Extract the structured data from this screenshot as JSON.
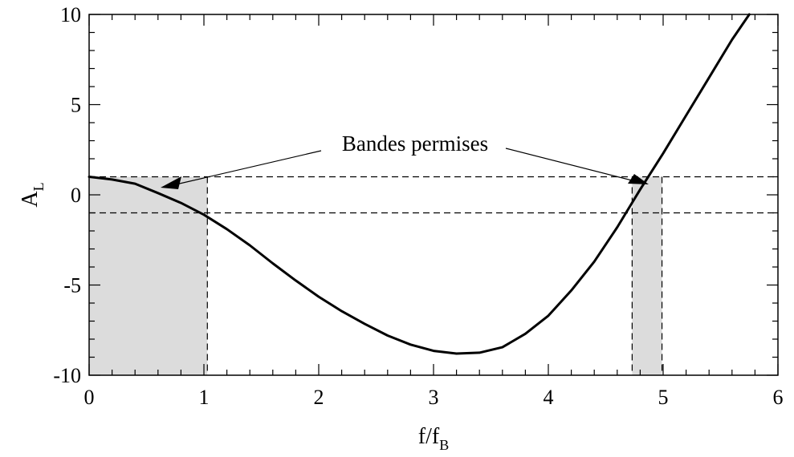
{
  "chart_data": {
    "type": "line",
    "title": "",
    "xlabel": {
      "main": "f/f",
      "sub": "B"
    },
    "ylabel": {
      "main": "A",
      "sub": "L"
    },
    "xlim": [
      0,
      6
    ],
    "ylim": [
      -10,
      10
    ],
    "xticks": [
      0,
      1,
      2,
      3,
      4,
      5,
      6
    ],
    "xtick_labels": [
      "0",
      "1",
      "2",
      "3",
      "4",
      "5",
      "6"
    ],
    "yticks": [
      -10,
      -5,
      0,
      5,
      10
    ],
    "ytick_labels": [
      "-10",
      "-5",
      "0",
      "5",
      "10"
    ],
    "grid": false,
    "reference_lines_y": [
      1,
      -1
    ],
    "allowed_bands": [
      [
        0,
        1.03
      ],
      [
        4.73,
        4.99
      ]
    ],
    "annotation": "Bandes permises",
    "series": [
      {
        "x": [
          0,
          0.2,
          0.4,
          0.6,
          0.8,
          1.0,
          1.2,
          1.4,
          1.6,
          1.8,
          2.0,
          2.2,
          2.4,
          2.6,
          2.8,
          3.0,
          3.2,
          3.4,
          3.6,
          3.8,
          4.0,
          4.2,
          4.4,
          4.6,
          4.8,
          5.0,
          5.2,
          5.4,
          5.6,
          5.75
        ],
        "y": [
          1.0,
          0.85,
          0.62,
          0.1,
          -0.45,
          -1.1,
          -1.9,
          -2.8,
          -3.8,
          -4.75,
          -5.65,
          -6.45,
          -7.15,
          -7.8,
          -8.3,
          -8.65,
          -8.8,
          -8.75,
          -8.45,
          -7.7,
          -6.7,
          -5.3,
          -3.7,
          -1.8,
          0.3,
          2.3,
          4.4,
          6.5,
          8.6,
          10.0
        ]
      }
    ]
  }
}
